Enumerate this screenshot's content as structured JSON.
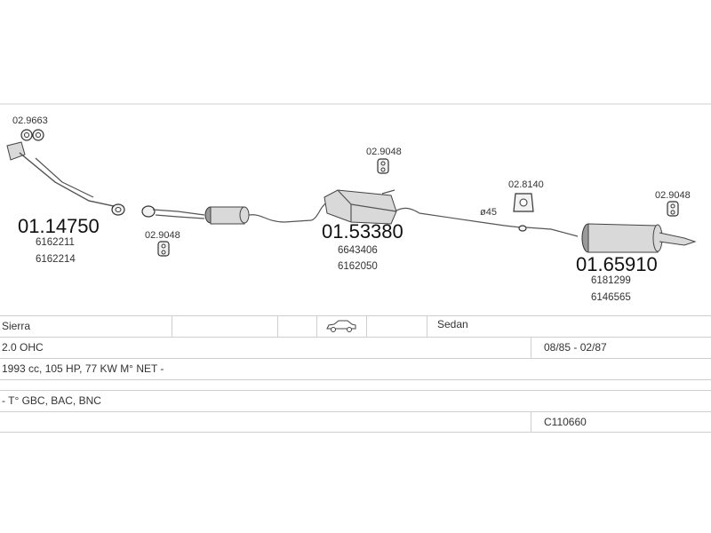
{
  "parts": {
    "clamp_left": "02.9663",
    "front_pipe": {
      "number": "01.14750",
      "oe": [
        "6162211",
        "6162214"
      ]
    },
    "rubber_left": "02.9048",
    "rubber_mid": "02.9048",
    "center_box": {
      "number": "01.53380",
      "oe": [
        "6643406",
        "6162050"
      ]
    },
    "pipe_diameter": "ø45",
    "mount_rear": "02.8140",
    "rear_box": {
      "number": "01.65910",
      "oe": [
        "6181299",
        "6146565"
      ]
    },
    "rubber_right": "02.9048"
  },
  "table": {
    "model": "Sierra",
    "body": "Sedan",
    "body_icon": "sedan-car-icon",
    "engine": "2.0 OHC",
    "dates": "08/85 - 02/87",
    "specs": "1993 cc, 105 HP, 77 KW M° NET -",
    "codes": "- T° GBC, BAC, BNC",
    "catalog_code": "C110660"
  }
}
